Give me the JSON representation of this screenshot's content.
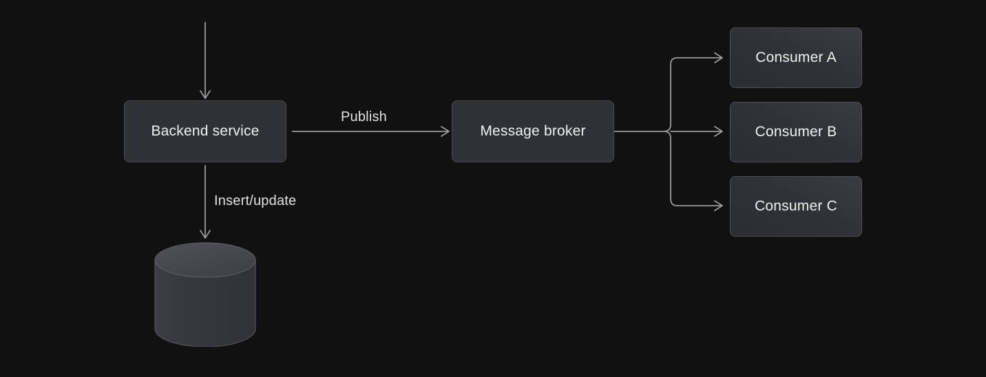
{
  "diagram": {
    "title": "Backend service publish to message broker with consumers and database",
    "background_color": "#111111",
    "node_fill": "#2f3135",
    "node_border": "#4a4d53",
    "text_color": "#f1f1f3",
    "wire_color": "#9b9ba0",
    "nodes": {
      "backend_service": {
        "label": "Backend service"
      },
      "message_broker": {
        "label": "Message broker"
      },
      "consumer_a": {
        "label": "Consumer A"
      },
      "consumer_b": {
        "label": "Consumer B"
      },
      "consumer_c": {
        "label": "Consumer C"
      },
      "database": {
        "label": ""
      }
    },
    "edge_labels": {
      "publish": "Publish",
      "insert_update": "Insert/update"
    }
  }
}
